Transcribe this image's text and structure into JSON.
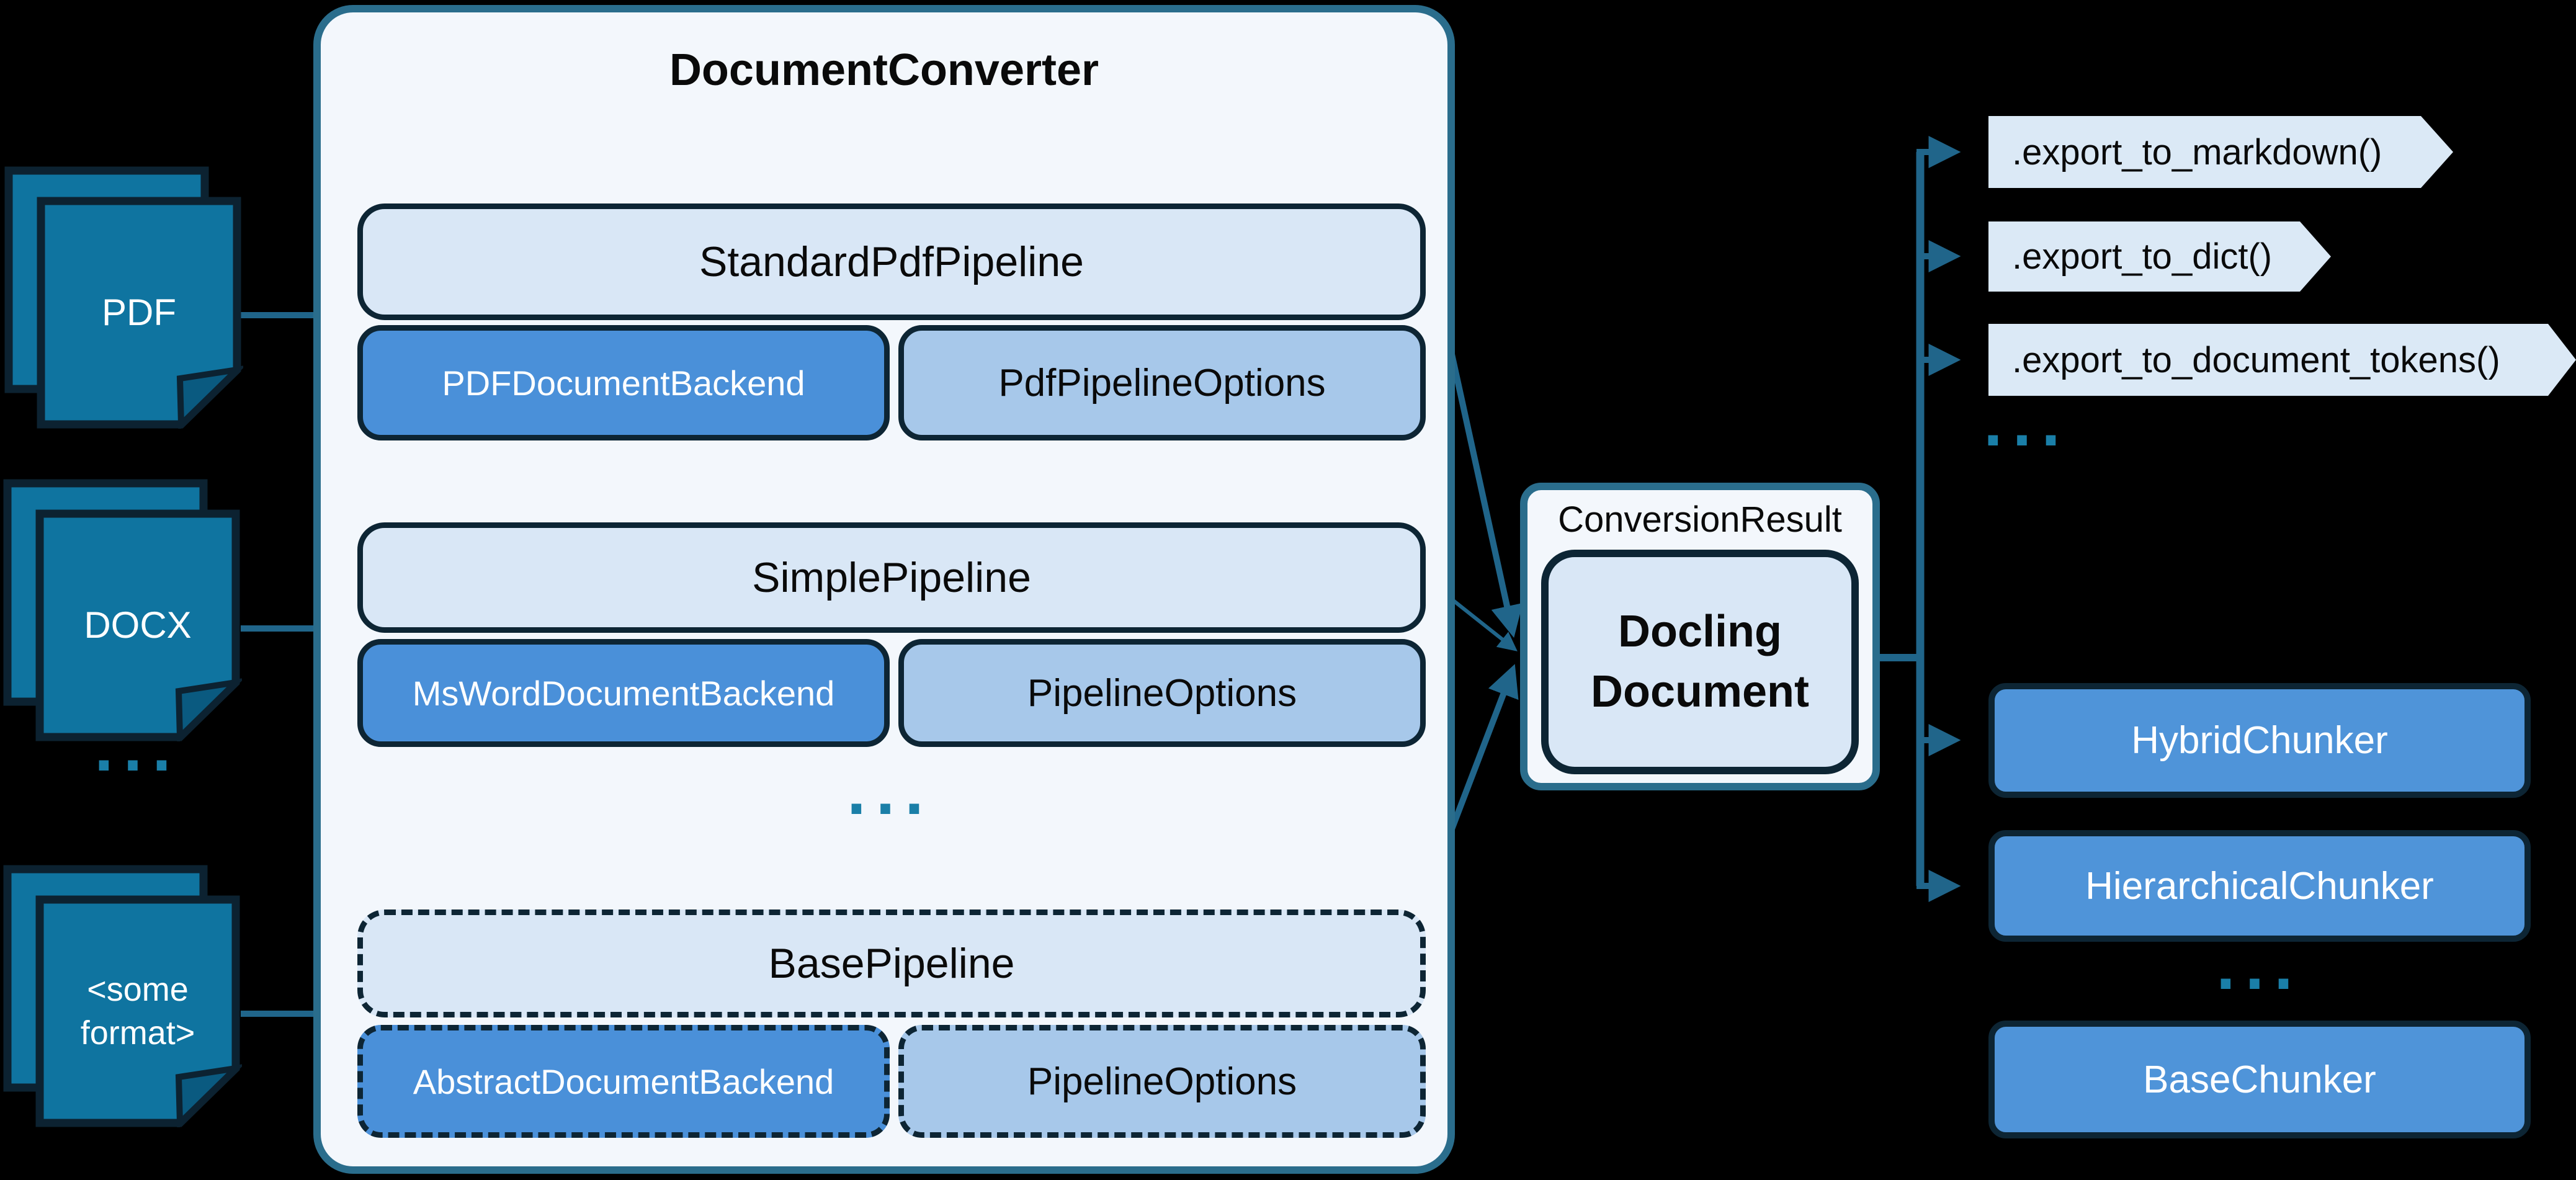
{
  "background": "#000000",
  "colors": {
    "container_fill": "#f3f7fc",
    "container_border": "#2a6d8c",
    "box_border": "#0d2534",
    "pipeline_fill": "#d9e7f6",
    "backend_fill": "#4a90d9",
    "options_fill": "#a7c8ea",
    "chunker_fill": "#4f94d9",
    "flag_fill": "#dbe9f6",
    "doc_icon_fill": "#0f74a0",
    "doc_icon_border": "#0c2231",
    "arrow": "#20658a",
    "ellipsis": "#1a7fa8",
    "result_inner_fill": "#d9e7f6",
    "text_dark": "#0a0a0a",
    "text_light": "#ffffff"
  },
  "inputs": {
    "items": [
      {
        "label": "PDF"
      },
      {
        "label": "DOCX"
      },
      {
        "label": "<some\nformat>"
      }
    ],
    "ellipsis": "..."
  },
  "converter": {
    "title": "DocumentConverter",
    "ellipsis": "...",
    "pipelines": [
      {
        "pipeline": "StandardPdfPipeline",
        "backend": "PDFDocumentBackend",
        "options": "PdfPipelineOptions"
      },
      {
        "pipeline": "SimplePipeline",
        "backend": "MsWordDocumentBackend",
        "options": "PipelineOptions"
      },
      {
        "pipeline": "BasePipeline",
        "backend": "AbstractDocumentBackend",
        "options": "PipelineOptions"
      }
    ]
  },
  "result": {
    "label": "ConversionResult",
    "document_line1": "Docling",
    "document_line2": "Document"
  },
  "exports": {
    "methods": [
      {
        "label": ".export_to_markdown()"
      },
      {
        "label": ".export_to_dict()"
      },
      {
        "label": ".export_to_document_tokens()"
      }
    ],
    "ellipsis": "..."
  },
  "chunkers": {
    "items": [
      {
        "label": "HybridChunker"
      },
      {
        "label": "HierarchicalChunker"
      },
      {
        "label": "BaseChunker"
      }
    ],
    "ellipsis": "..."
  }
}
